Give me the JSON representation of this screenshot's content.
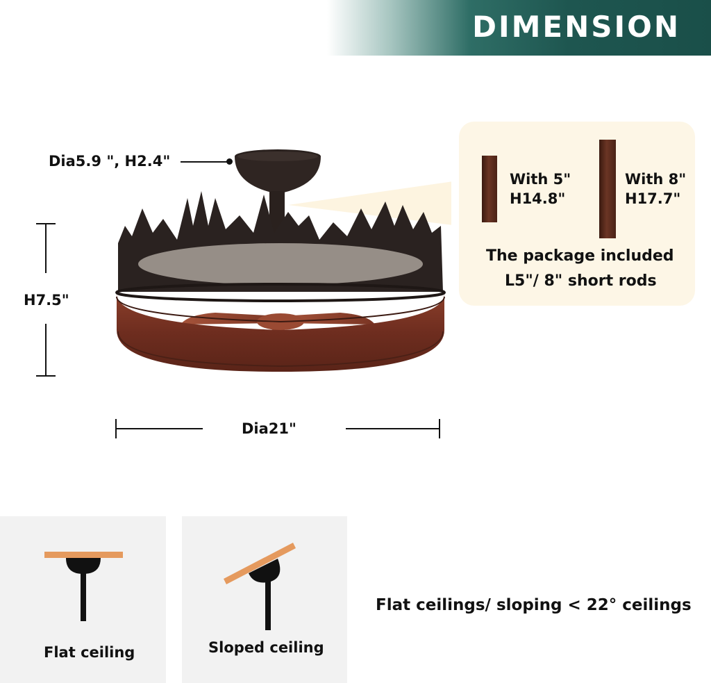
{
  "header": {
    "title": "DIMENSION"
  },
  "dimensions": {
    "canopy": "Dia5.9 \", H2.4\"",
    "height": "H7.5\"",
    "diameter": "Dia21\""
  },
  "rods": {
    "short": {
      "line1": "With 5\"",
      "line2": "H14.8\""
    },
    "long": {
      "line1": "With 8\"",
      "line2": "H17.7\""
    },
    "package_line1": "The package included",
    "package_line2": "L5\"/ 8\" short rods"
  },
  "installation": {
    "flat_label": "Flat ceiling",
    "sloped_label": "Sloped ceiling",
    "note": "Flat ceilings/ sloping < 22° ceilings"
  },
  "colors": {
    "banner_teal": "#1a4f49",
    "rod_brown": "#5a2a1c",
    "ceiling_wood": "#e59a5e",
    "fan_metal": "#2a211e",
    "fan_wood": "#7a3524"
  }
}
